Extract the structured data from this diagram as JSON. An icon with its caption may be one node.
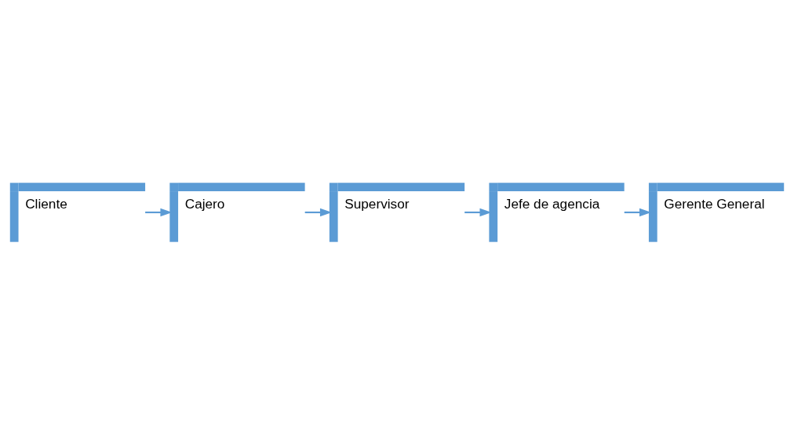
{
  "diagram": {
    "nodes": [
      {
        "text": [
          "Cliente"
        ]
      },
      {
        "text": [
          "Cajero"
        ]
      },
      {
        "text": [
          "Supervisor"
        ]
      },
      {
        "text": [
          "Jefe de agencia"
        ]
      },
      {
        "text": [
          "Gerente General"
        ]
      }
    ],
    "edges": [
      {
        "from": 0,
        "to": 1,
        "arrow": "to"
      },
      {
        "from": 1,
        "to": 2,
        "arrow": "to"
      },
      {
        "from": 2,
        "to": 3,
        "arrow": "to"
      },
      {
        "from": 3,
        "to": 4,
        "arrow": "to"
      }
    ]
  }
}
